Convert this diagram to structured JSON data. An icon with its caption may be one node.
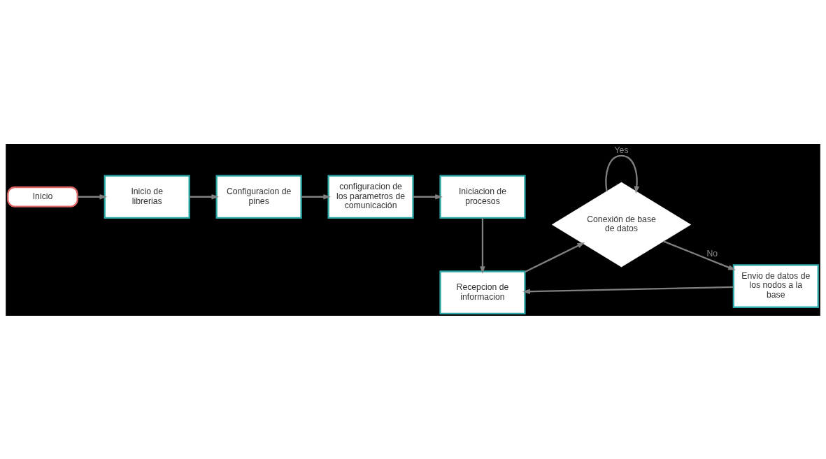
{
  "diagram": {
    "nodes": [
      {
        "text": [
          "Inicio"
        ]
      },
      {
        "text": [
          "Inicio de librerias"
        ]
      },
      {
        "text": [
          "Configuracion de pines"
        ]
      },
      {
        "text": [
          "configuracion de los parametros de comunicación"
        ]
      },
      {
        "text": [
          "Iniciacion de procesos"
        ]
      },
      {
        "text": [
          "Recepcion de informacion"
        ]
      },
      {
        "text": [
          "Conexión de base de datos"
        ]
      },
      {
        "text": [
          "Envio de datos de los nodos a la base"
        ]
      }
    ],
    "edges": [
      {
        "from": 0,
        "to": 1,
        "arrow": "to"
      },
      {
        "from": 1,
        "to": 2,
        "arrow": "to"
      },
      {
        "from": 2,
        "to": 3,
        "arrow": "to"
      },
      {
        "from": 3,
        "to": 4,
        "arrow": "to"
      },
      {
        "from": 4,
        "to": 5,
        "arrow": "to"
      },
      {
        "from": 5,
        "to": 6,
        "arrow": "to"
      },
      {
        "from": 6,
        "to": 6,
        "label": "Yes",
        "arrow": "to"
      },
      {
        "from": 6,
        "to": 7,
        "label": "No",
        "arrow": "to"
      },
      {
        "from": 7,
        "to": 5,
        "arrow": "to"
      }
    ]
  }
}
